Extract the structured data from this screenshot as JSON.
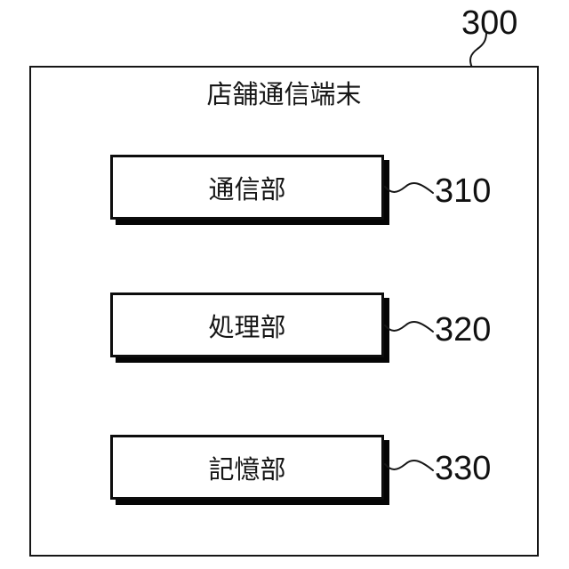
{
  "figure": {
    "kind": "block-diagram",
    "ref_label": "300",
    "title": "店舗通信端末",
    "blocks": [
      {
        "label": "通信部",
        "ref": "310"
      },
      {
        "label": "処理部",
        "ref": "320"
      },
      {
        "label": "記憶部",
        "ref": "330"
      }
    ],
    "colors": {
      "background": "#ffffff",
      "line": "#161616",
      "box_fill": "#ffffff",
      "box_shadow": "#050505"
    }
  }
}
